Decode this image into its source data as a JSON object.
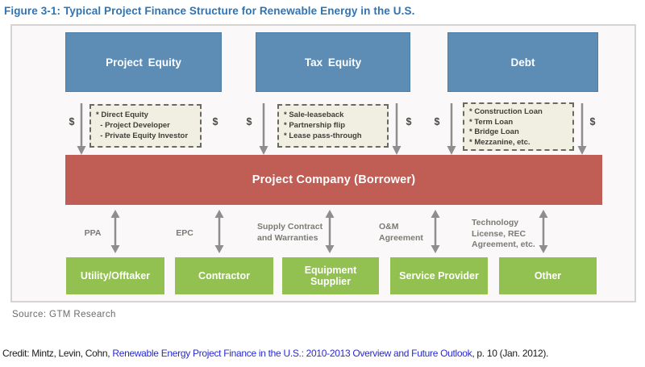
{
  "figure_title": "Figure 3-1: Typical Project Finance Structure for Renewable Energy in the U.S.",
  "diagram": {
    "dollar_sign": "$",
    "top_boxes": [
      {
        "label": "Project Equity",
        "details": [
          "* Direct Equity",
          "  - Project Developer",
          "  - Private Equity Investor"
        ]
      },
      {
        "label": "Tax Equity",
        "details": [
          "* Sale-leaseback",
          "* Partnership flip",
          "* Lease pass-through"
        ]
      },
      {
        "label": "Debt",
        "details": [
          "* Construction Loan",
          "* Term Loan",
          "* Bridge Loan",
          "* Mezzanine, etc."
        ]
      }
    ],
    "center_box": "Project Company (Borrower)",
    "connections": [
      {
        "label": "PPA",
        "entity": "Utility/Offtaker"
      },
      {
        "label": "EPC",
        "entity": "Contractor"
      },
      {
        "label": "Supply Contract and Warranties",
        "entity": "Equipment Supplier"
      },
      {
        "label": "O&M Agreement",
        "entity": "Service Provider"
      },
      {
        "label": "Technology License, REC Agreement, etc.",
        "entity": "Other"
      }
    ],
    "source_note": "Source: GTM Research"
  },
  "credit": {
    "prefix": "Credit: Mintz, Levin, Cohn, ",
    "link": "Renewable Energy Project Finance in the U.S.: 2010-2013 Overview and Future Outlook",
    "suffix": ", p. 10 (Jan. 2012)."
  },
  "colors": {
    "top_box_blue": "#5d8cb5",
    "center_box_red": "#c05d55",
    "entity_green": "#92c051",
    "detail_box_beige": "#f1efe2",
    "title_blue": "#2e74b5",
    "link_blue": "#2929cf",
    "arrow_gray": "#8e8e8e"
  }
}
